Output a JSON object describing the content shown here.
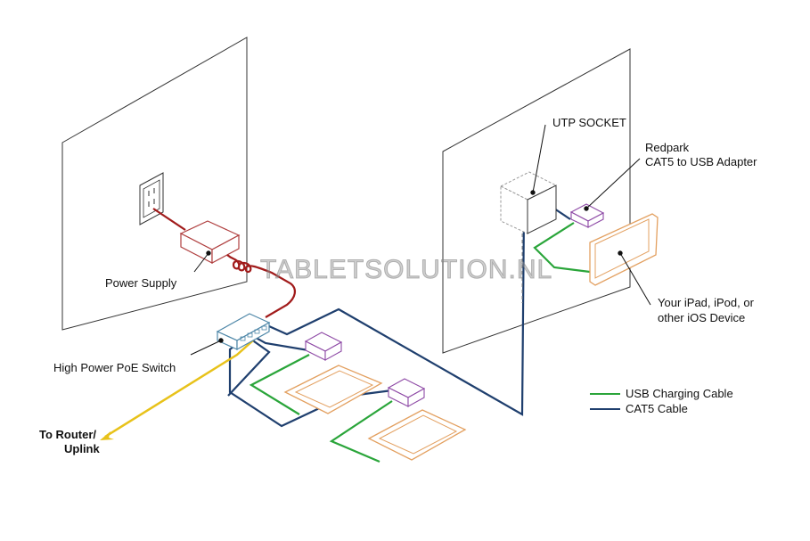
{
  "labels": {
    "utp_socket": "UTP SOCKET",
    "adapter_line1": "Redpark",
    "adapter_line2": "CAT5 to USB Adapter",
    "power_supply": "Power Supply",
    "poe_switch": "High Power PoE Switch",
    "ios_line1": "Your iPad, iPod, or",
    "ios_line2": "other iOS Device",
    "router_line1": "To Router/",
    "router_line2": "Uplink"
  },
  "legend": [
    {
      "label": "USB Charging Cable",
      "color": "#2aa53a"
    },
    {
      "label": "CAT5 Cable",
      "color": "#1f3f6e"
    }
  ],
  "watermark": "TABLETSOLUTION.NL",
  "colors": {
    "power_cable": "#a11b1b",
    "uplink_cable": "#e8c21a",
    "usb_cable": "#2aa53a",
    "cat5_cable": "#1f3f6e",
    "adapter": "#8e4aa6",
    "tablet": "#e3a060",
    "power_supply": "#b04040",
    "switch": "#4e87a8"
  }
}
